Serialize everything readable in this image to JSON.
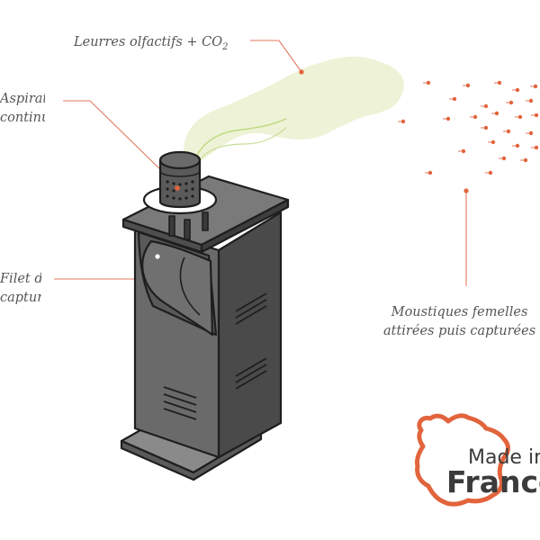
{
  "labels": {
    "lures_main": "Leurres olfactifs + CO",
    "lures_sub": "2",
    "aspiration_line1": "Aspiration",
    "aspiration_line2": "continue",
    "filet_line1": "Filet de",
    "filet_line2": "capture",
    "mosquitoes_line1": "Moustiques femelles",
    "mosquitoes_line2": "attirées puis capturées"
  },
  "badge": {
    "line1": "Made in",
    "line2": "France"
  },
  "colors": {
    "accent": "#e2643c",
    "device_dark": "#4a4a4a",
    "device_mid": "#5e5e5e",
    "device_light": "#6f6f6f",
    "outline": "#1e1e1e",
    "plume": "#eef2d6",
    "plume_line": "#b9d97a",
    "leader": "#e07a5f"
  },
  "icons": {
    "badge_icon": "france-map-icon",
    "mosquito_icon": "mosquito-icon"
  }
}
